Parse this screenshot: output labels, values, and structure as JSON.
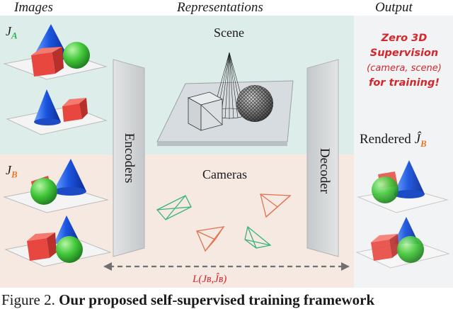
{
  "headers": {
    "images": "Images",
    "representations": "Representations",
    "output": "Output"
  },
  "sets": {
    "a": "J",
    "a_sub": "A",
    "b": "J",
    "b_sub": "B"
  },
  "labels": {
    "scene": "Scene",
    "cameras": "Cameras",
    "encoders": "Encoders",
    "decoder": "Decoder",
    "rendered": "Rendered",
    "rendered_set": "Ĵ",
    "rendered_sub": "B"
  },
  "note": {
    "line1": "Zero 3D",
    "line2": "Supervision",
    "line3": "(camera, scene)",
    "line4": "for training!"
  },
  "loss": "L(Jʙ,Ĵʙ)",
  "caption": {
    "prefix": "Figure 2.",
    "bold": "Our proposed self-supervised training framework"
  },
  "colors": {
    "top_band": "#ddeeea",
    "bottom_band": "#f5e9e2",
    "output_bg": "#f1f3f4",
    "set_a": "#2fae4e",
    "set_b": "#e87a2c",
    "camera_green": "#3ab37a",
    "camera_orange": "#e2734e",
    "note_red": "#d6262b"
  }
}
